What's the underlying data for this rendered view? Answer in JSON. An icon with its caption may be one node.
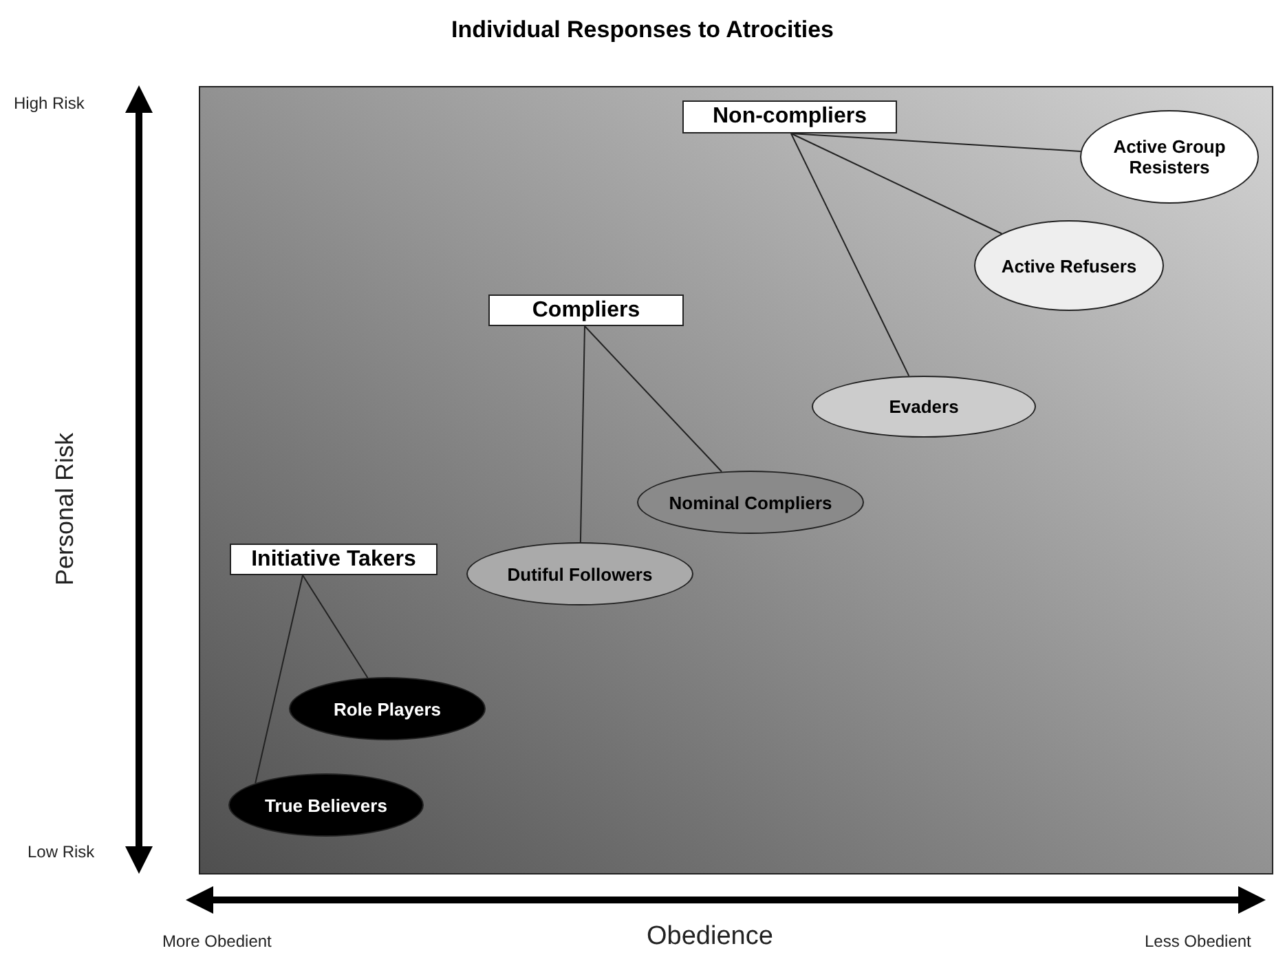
{
  "diagram": {
    "title": "Individual Responses to Atrocities",
    "nodes": [
      {
        "text": [
          "Non-compliers"
        ]
      },
      {
        "text": [
          "Active Group Resisters"
        ]
      },
      {
        "text": [
          "Active Refusers"
        ]
      },
      {
        "text": [
          "Evaders"
        ]
      },
      {
        "text": [
          "Compliers"
        ]
      },
      {
        "text": [
          "Nominal Compliers"
        ]
      },
      {
        "text": [
          "Dutiful Followers"
        ]
      },
      {
        "text": [
          "Initiative Takers"
        ]
      },
      {
        "text": [
          "Role Players"
        ]
      },
      {
        "text": [
          "True Believers"
        ]
      }
    ],
    "edges": [
      {
        "from": 0,
        "to": 1,
        "arrow": "none"
      },
      {
        "from": 0,
        "to": 2,
        "arrow": "none"
      },
      {
        "from": 0,
        "to": 3,
        "arrow": "none"
      },
      {
        "from": 4,
        "to": 5,
        "arrow": "none"
      },
      {
        "from": 4,
        "to": 6,
        "arrow": "none"
      },
      {
        "from": 7,
        "to": 8,
        "arrow": "none"
      },
      {
        "from": 7,
        "to": 9,
        "arrow": "none"
      }
    ],
    "labels": [
      "High Risk",
      "Personal Risk",
      "Low Risk",
      "More Obedient",
      "Obedience",
      "Less Obedient"
    ]
  }
}
